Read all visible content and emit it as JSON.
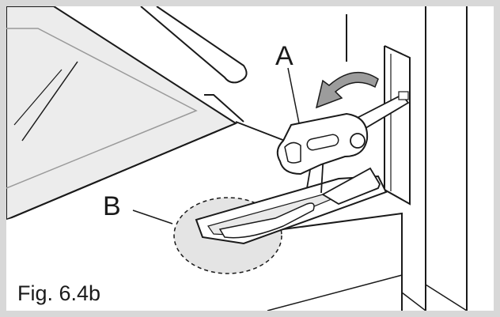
{
  "labels": {
    "a": "A",
    "b": "B"
  },
  "caption": "Fig. 6.4b",
  "colors": {
    "frame": "#d8d8d8",
    "line": "#1a1a1a",
    "door_glass": "#ececec",
    "highlight_circle": "#e4e4e4"
  },
  "icons": [
    "curved-arrow-icon"
  ]
}
